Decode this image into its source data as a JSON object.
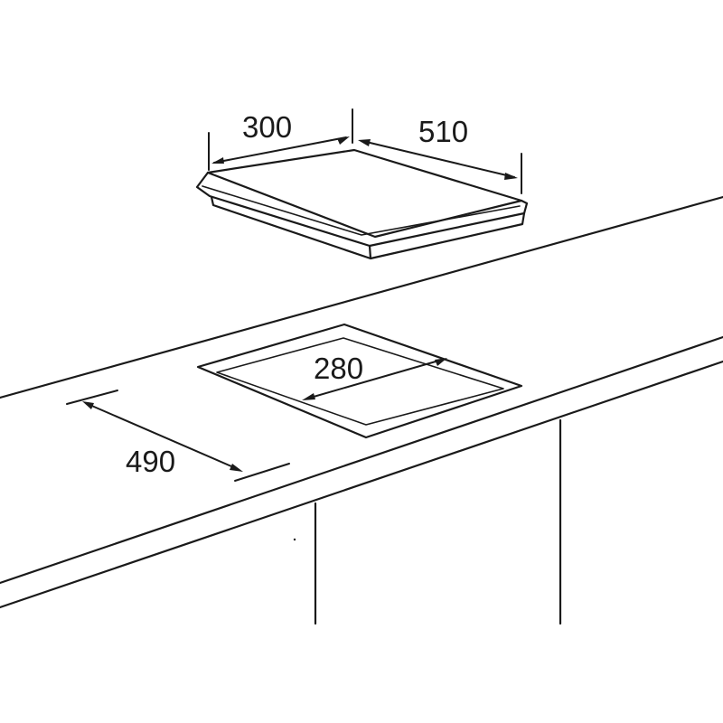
{
  "dimensions": {
    "hob_width": "300",
    "hob_depth": "510",
    "cutout_width": "280",
    "cutout_depth": "490"
  },
  "colors": {
    "line": "#1a1a1a",
    "background": "#ffffff"
  }
}
